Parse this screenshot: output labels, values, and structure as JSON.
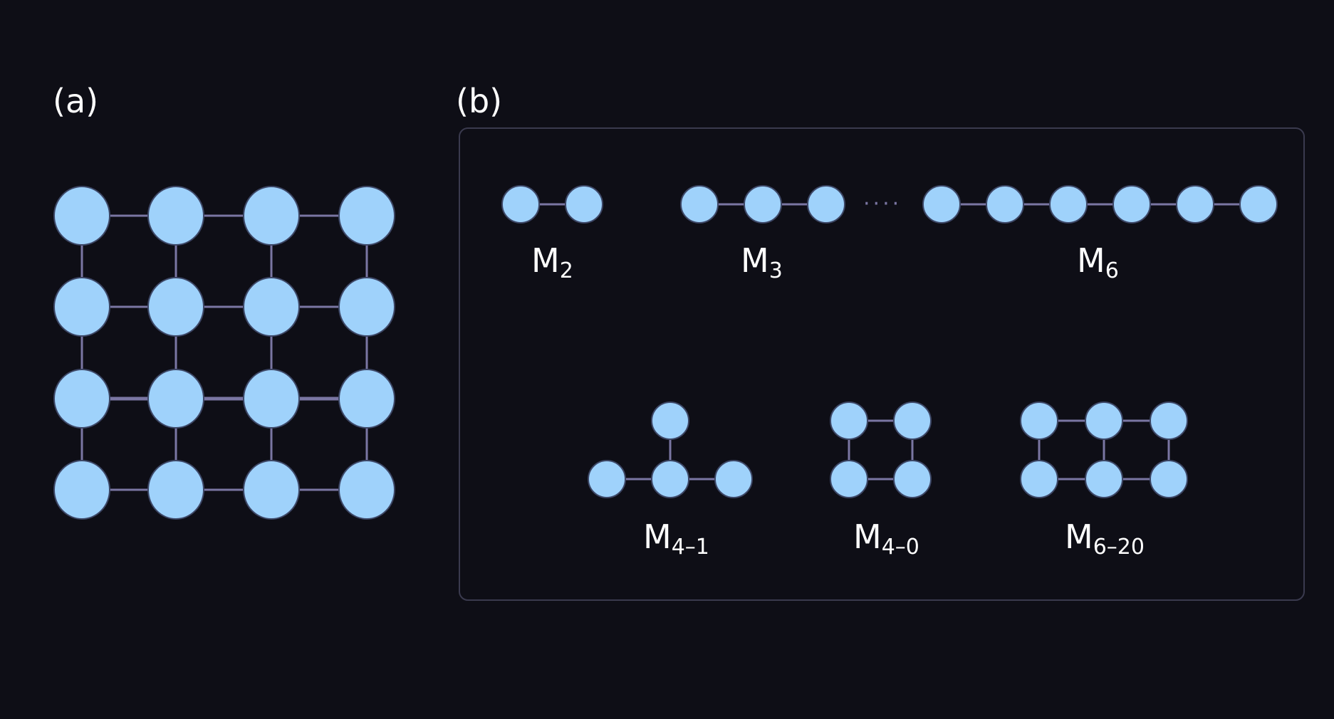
{
  "panels": {
    "a": {
      "label": "(a)"
    },
    "b": {
      "label": "(b)"
    }
  },
  "motifs": {
    "m2": {
      "main": "M",
      "sub": "2"
    },
    "m3": {
      "main": "M",
      "sub": "3"
    },
    "m6": {
      "main": "M",
      "sub": "6"
    },
    "m4_1": {
      "main": "M",
      "sub": "4–1"
    },
    "m4_0": {
      "main": "M",
      "sub": "4–0"
    },
    "m6_20": {
      "main": "M",
      "sub": "6–20"
    }
  },
  "ellipsis": "····",
  "colors": {
    "background": "#0e0e16",
    "node_fill": "#9fd2fb",
    "node_stroke": "#3d4766",
    "edge": "#7a76a3",
    "frame": "#3a3a4e",
    "text": "#ffffff"
  }
}
